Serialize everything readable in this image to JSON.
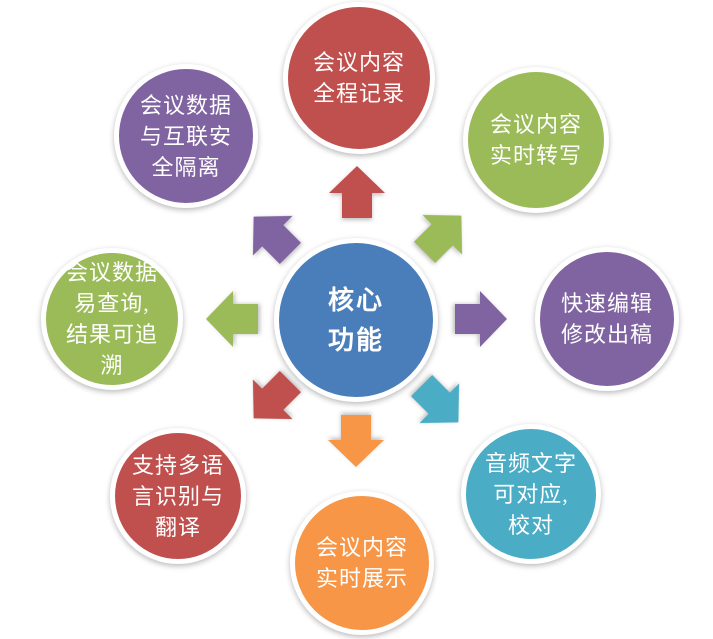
{
  "diagram": {
    "center": {
      "label": "核心\n功能",
      "color": "#4A7EBB"
    },
    "nodes": [
      {
        "position": "top",
        "label": "会议内容\n全程记录",
        "color": "#C0504D"
      },
      {
        "position": "top-right",
        "label": "会议内容\n实时转写",
        "color": "#9BBB59"
      },
      {
        "position": "right",
        "label": "快速编辑\n修改出稿",
        "color": "#8064A2"
      },
      {
        "position": "bottom-right",
        "label": "音频文字\n可对应,\n校对",
        "color": "#4BACC6"
      },
      {
        "position": "bottom",
        "label": "会议内容\n实时展示",
        "color": "#F79646"
      },
      {
        "position": "bottom-left",
        "label": "支持多语\n言识别与\n翻译",
        "color": "#C0504D"
      },
      {
        "position": "left",
        "label": "会议数据\n易查询,\n结果可追\n溯",
        "color": "#9BBB59"
      },
      {
        "position": "top-left",
        "label": "会议数据\n与互联安\n全隔离",
        "color": "#8064A2"
      }
    ],
    "arrows": [
      {
        "direction": "north",
        "color": "#C0504D"
      },
      {
        "direction": "north-east",
        "color": "#9BBB59"
      },
      {
        "direction": "east",
        "color": "#8064A2"
      },
      {
        "direction": "south-east",
        "color": "#4BACC6"
      },
      {
        "direction": "south",
        "color": "#F79646"
      },
      {
        "direction": "south-west",
        "color": "#C0504D"
      },
      {
        "direction": "west",
        "color": "#9BBB59"
      },
      {
        "direction": "north-west",
        "color": "#8064A2"
      }
    ]
  }
}
